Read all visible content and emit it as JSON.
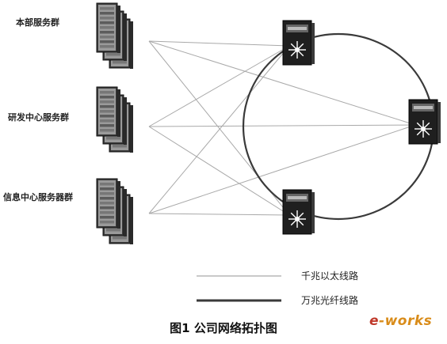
{
  "server_groups": [
    {
      "id": "hq",
      "label": "本部服务群"
    },
    {
      "id": "rd",
      "label": "研发中心服务群"
    },
    {
      "id": "info",
      "label": "信息中心服务器群"
    }
  ],
  "legend": {
    "gigabit": "千兆以太线路",
    "ten_gigabit": "万兆光纤线路"
  },
  "caption": "图1  公司网络拓扑图",
  "watermark": {
    "e": "e",
    "rest": "-works"
  },
  "colors": {
    "thin_line": "#a9a9a9",
    "thick_line": "#3a3a3a",
    "device": "#1f1f1f"
  }
}
